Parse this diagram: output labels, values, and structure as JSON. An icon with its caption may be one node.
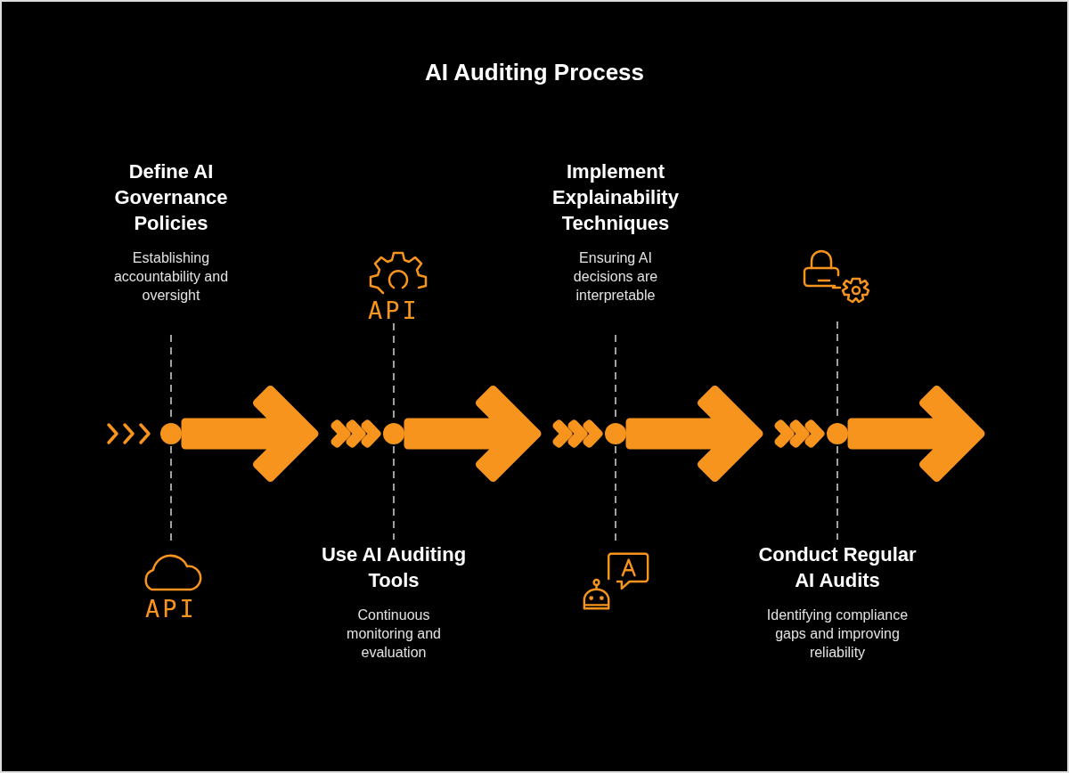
{
  "diagram": {
    "title": "AI Auditing Process",
    "nodes": [
      {
        "text": [
          "Define AI Governance Policies",
          "Establishing accountability and oversight"
        ]
      },
      {
        "text": [
          "API"
        ]
      },
      {
        "text": [
          "Implement Explainability Techniques",
          "Ensuring AI decisions are interpretable"
        ]
      },
      {
        "text": [],
        "shape": "picture"
      },
      {
        "text": [],
        "shape": "circle"
      },
      {
        "text": [],
        "shape": "circle"
      },
      {
        "text": [],
        "shape": "circle"
      },
      {
        "text": [],
        "shape": "circle"
      },
      {
        "text": [
          "API"
        ]
      },
      {
        "text": [
          "Use AI Auditing Tools",
          "Continuous monitoring and evaluation"
        ]
      },
      {
        "text": [],
        "shape": "picture"
      },
      {
        "text": [
          "Conduct Regular AI Audits",
          "Identifying compliance gaps and improving reliability"
        ]
      }
    ],
    "edges": [
      {
        "from": 0,
        "to": 4,
        "arrow": "none",
        "style": "dashed"
      },
      {
        "from": 4,
        "to": 8,
        "arrow": "none",
        "style": "dashed"
      },
      {
        "from": 1,
        "to": 5,
        "arrow": "none",
        "style": "dashed"
      },
      {
        "from": 5,
        "to": 9,
        "arrow": "none",
        "style": "dashed"
      },
      {
        "from": 2,
        "to": 6,
        "arrow": "none",
        "style": "dashed"
      },
      {
        "from": 6,
        "to": 10,
        "arrow": "none",
        "style": "dashed"
      },
      {
        "from": 3,
        "to": 7,
        "arrow": "none",
        "style": "dashed"
      },
      {
        "from": 7,
        "to": 11,
        "arrow": "none",
        "style": "dashed"
      },
      {
        "from": 4,
        "to": 5,
        "arrow": "to",
        "style": "thick",
        "color": "#f7941d"
      },
      {
        "from": 5,
        "to": 6,
        "arrow": "to",
        "style": "thick",
        "color": "#f7941d"
      },
      {
        "from": 6,
        "to": 7,
        "arrow": "to",
        "style": "thick",
        "color": "#f7941d"
      },
      {
        "from": 7,
        "to": null,
        "arrow": "to",
        "style": "thick",
        "color": "#f7941d"
      }
    ]
  }
}
